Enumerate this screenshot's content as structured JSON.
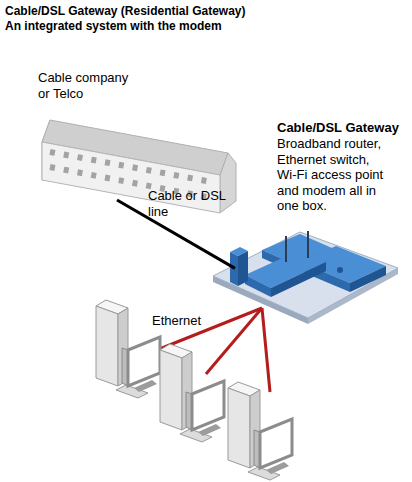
{
  "diagram": {
    "title": "Cable/DSL Gateway (Residential Gateway)",
    "nodes": [
      {
        "text": [
          "Cable company or Telco"
        ]
      },
      {
        "text": [
          "Cable/DSL Gateway",
          "Broadband router, Ethernet switch, Wi-Fi access point and modem all in one box."
        ]
      }
    ],
    "edges": [
      {
        "from": 0,
        "to": 1,
        "label": "Cable or DSL line",
        "arrow": "none"
      }
    ],
    "labels": [
      "An integrated system with the modem",
      "Ethernet"
    ]
  }
}
